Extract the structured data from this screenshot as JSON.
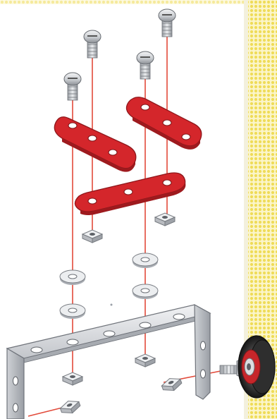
{
  "diagram": {
    "kind": "exploded-assembly",
    "colors": {
      "page": "#ffffff",
      "halftone_yellow": "#f2e36b",
      "strip_red": "#d4262b",
      "strip_red_dark": "#9e1a1e",
      "guide_line": "#e24a3a",
      "metal_light": "#e9eaec",
      "metal_mid": "#b9bcc1",
      "metal_dark": "#7c8087",
      "tire": "#2b2b2b",
      "hub_red": "#c7262a"
    },
    "parts": {
      "bolts": 4,
      "red_strips": 3,
      "square_nuts": 6,
      "washers": 4,
      "u_bracket": 1,
      "wheel": 1
    }
  }
}
